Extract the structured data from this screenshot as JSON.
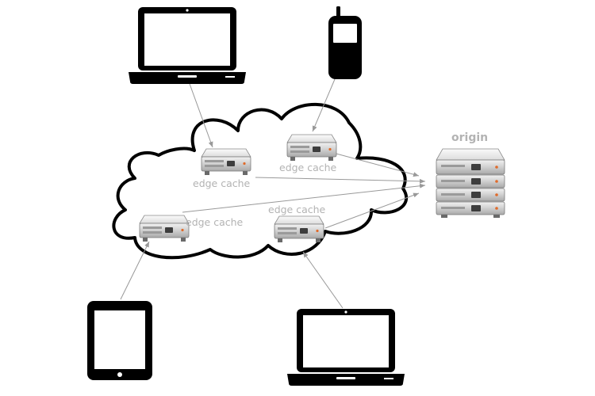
{
  "diagram": {
    "origin_label": "origin",
    "edge_labels": [
      "edge cache",
      "edge cache",
      "edge cache",
      "edge cache"
    ],
    "colors": {
      "device": "#000000",
      "cloud_stroke": "#000000",
      "arrow": "#999999",
      "label": "#b3b3b3",
      "server_body": "#d4d4d4"
    },
    "icons": [
      "laptop-icon",
      "mobile-phone-icon",
      "tablet-icon",
      "server-icon",
      "server-stack-icon",
      "cloud-shape"
    ]
  }
}
